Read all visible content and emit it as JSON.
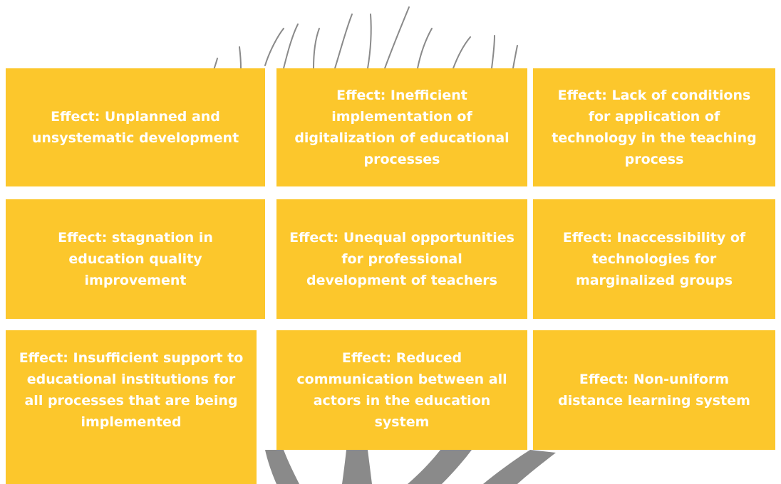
{
  "colors": {
    "box_fill": "#fcc72c",
    "text": "#ffffff",
    "tree": "#8a8a8a"
  },
  "background_icon": "tree-branches-icon",
  "effects": [
    {
      "label": "Effect: Unplanned and unsystematic development"
    },
    {
      "label": "Effect: Inefficient implementation of digitalization of educational processes"
    },
    {
      "label": "Effect: Lack of conditions for application of technology in the teaching process"
    },
    {
      "label": "Effect: stagnation in education quality improvement"
    },
    {
      "label": "Effect: Unequal opportunities for professional development of teachers"
    },
    {
      "label": "Effect: Inaccessibility of technologies for marginalized groups"
    },
    {
      "label": "Effect: Insufficient support to educational institutions for all processes that are being implemented"
    },
    {
      "label": "Effect: Reduced communication between all actors in the education system"
    },
    {
      "label": "Effect: Non-uniform distance learning system"
    }
  ]
}
